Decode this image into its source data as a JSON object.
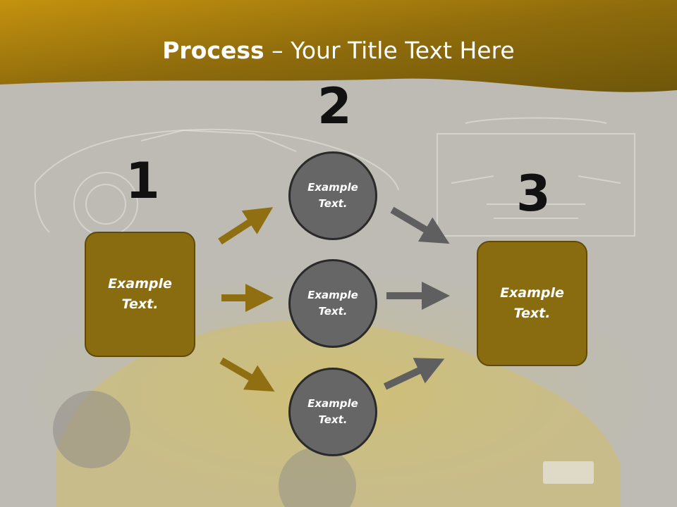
{
  "title": {
    "bold": "Process",
    "rest": " – Your Title Text Here"
  },
  "steps": [
    {
      "number": "1",
      "text_line1": "Example",
      "text_line2": "Text."
    },
    {
      "number": "2"
    },
    {
      "number": "3",
      "text_line1": "Example",
      "text_line2": "Text."
    }
  ],
  "circles": [
    {
      "line1": "Example",
      "line2": "Text."
    },
    {
      "line1": "Example",
      "line2": "Text."
    },
    {
      "line1": "Example",
      "line2": "Text."
    }
  ],
  "colors": {
    "header_gold": "#9a7612",
    "box_fill": "#8a6c10",
    "circle_fill": "#666666",
    "arrow_gold": "#8f6f12",
    "arrow_gray": "#5f5f5f"
  }
}
